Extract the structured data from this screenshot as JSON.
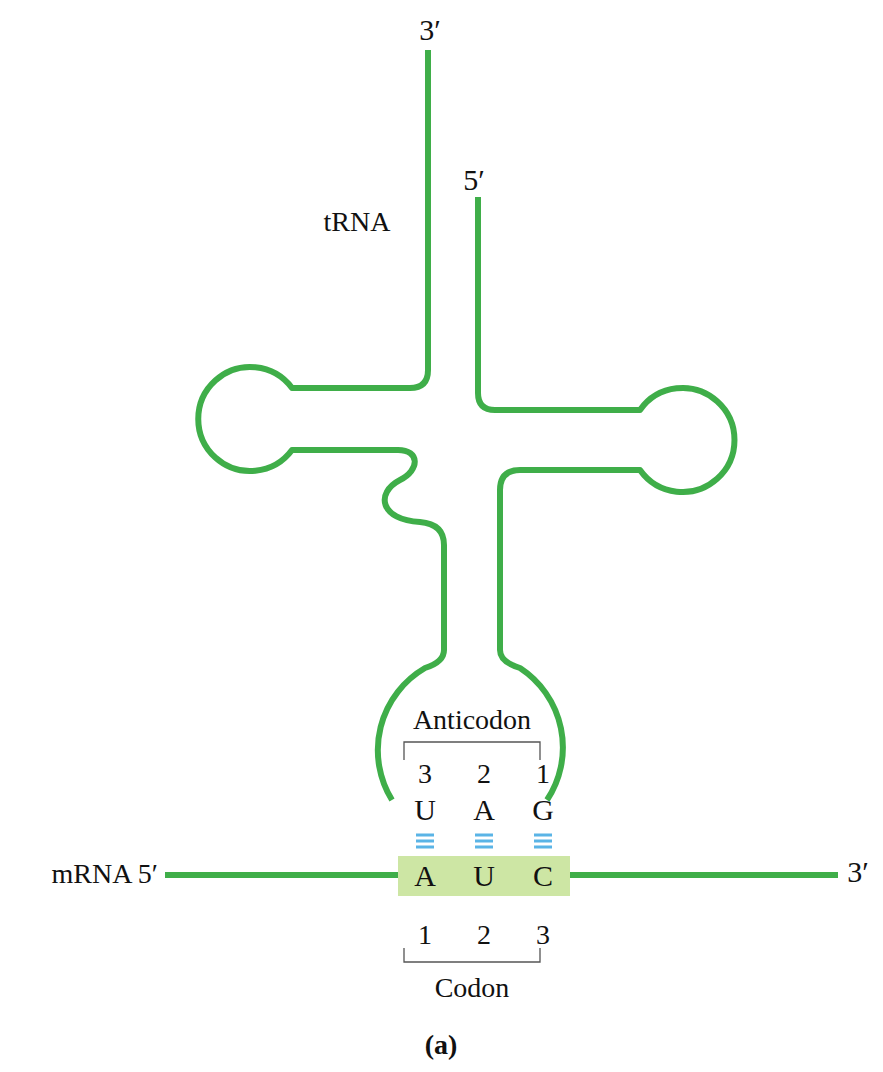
{
  "diagram": {
    "caption": "(a)",
    "nodes": [
      {
        "text": [
          "A",
          "U",
          "C"
        ]
      }
    ],
    "labels": [
      "3′",
      "5′",
      "tRNA",
      "Anticodon",
      "3",
      "2",
      "1",
      "U",
      "A",
      "G",
      "mRNA 5′",
      "3′",
      "1",
      "2",
      "3",
      "Codon"
    ]
  }
}
